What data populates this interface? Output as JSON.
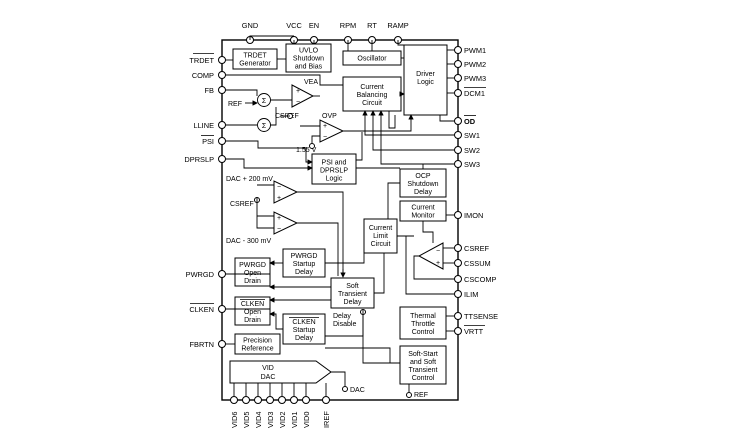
{
  "diagram": {
    "top_pins": [
      "GND",
      "VCC",
      "EN",
      "RPM",
      "RT",
      "RAMP"
    ],
    "left_pins": [
      "TRDET",
      "COMP",
      "FB",
      "LLINE",
      "PSI",
      "DPRSLP",
      "PWRGD",
      "CLKEN",
      "FBRTN"
    ],
    "right_pins": [
      "PWM1",
      "PWM2",
      "PWM3",
      "DCM1",
      "OD",
      "SW1",
      "SW2",
      "SW3",
      "IMON",
      "CSREF",
      "CSSUM",
      "CSCOMP",
      "ILIM",
      "TTSENSE",
      "VRTT"
    ],
    "bottom_pins": [
      "VID6",
      "VID5",
      "VID4",
      "VID3",
      "VID2",
      "VID1",
      "VID0",
      "IREF"
    ],
    "blocks": {
      "trdet": [
        "TRDET",
        "Generator"
      ],
      "uvlo": [
        "UVLO",
        "Shutdown",
        "and Bias"
      ],
      "oscillator": [
        "Oscillator"
      ],
      "driver": [
        "Driver",
        "Logic"
      ],
      "balancing": [
        "Current",
        "Balancing",
        "Circuit"
      ],
      "psi": [
        "PSI and",
        "DPRSLP",
        "Logic"
      ],
      "ocp": [
        "OCP",
        "Shutdown",
        "Delay"
      ],
      "cur_monitor": [
        "Current",
        "Monitor"
      ],
      "cur_limit": [
        "Current",
        "Limit",
        "Circuit"
      ],
      "pwrgd_startup": [
        "PWRGD",
        "Startup",
        "Delay"
      ],
      "pwrgd_drain": [
        "PWRGD",
        "Open",
        "Drain"
      ],
      "soft_transient": [
        "Soft",
        "Transient",
        "Delay"
      ],
      "clken_drain": [
        "CLKEN",
        "Open",
        "Drain"
      ],
      "clken_startup": [
        "CLKEN",
        "Startup",
        "Delay"
      ],
      "precision_ref": [
        "Precision",
        "Reference"
      ],
      "thermal": [
        "Thermal",
        "Throttle",
        "Control"
      ],
      "softstart": [
        "Soft-Start",
        "and Soft",
        "Transient",
        "Control"
      ],
      "vid_dac": [
        "VID",
        "DAC"
      ]
    },
    "labels": {
      "vea": "VEA",
      "ovp": "OVP",
      "ref": "REF",
      "csref_left": "CSREF",
      "csref_mid": "CSREF",
      "v155": "1.55 V",
      "dac_plus": "DAC + 200 mV",
      "dac_minus": "DAC - 300 mV",
      "delay_disable": [
        "Delay",
        "Disable"
      ],
      "dac_node": "DAC",
      "ref_node": "REF",
      "sigma": "Σ"
    }
  }
}
